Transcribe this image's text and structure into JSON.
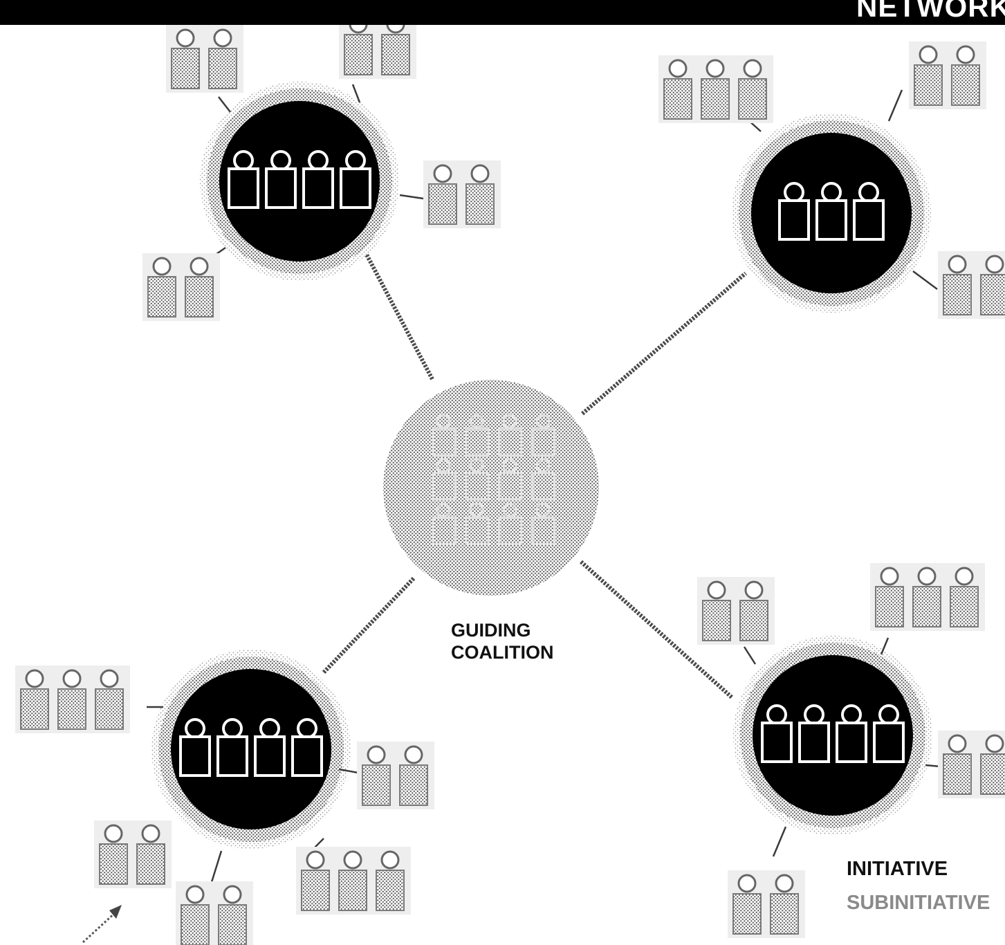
{
  "header": {
    "title": "NETWORK"
  },
  "labels": {
    "guiding_line1": "GUIDING",
    "guiding_line2": "COALITION",
    "initiative": "INITIATIVE",
    "subinitiative": "SUBINITIATIVE"
  },
  "colors": {
    "ink": "#000000",
    "stipple": "#6a6a6a",
    "background": "#ffffff"
  },
  "icons": {
    "team_member": "person-outline-icon",
    "subteam_member": "person-stippled-icon"
  }
}
